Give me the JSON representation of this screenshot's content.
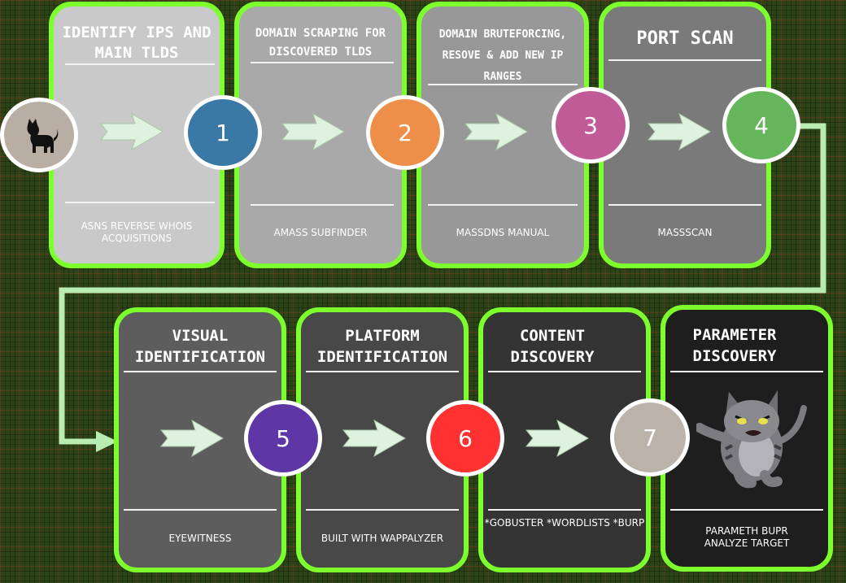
{
  "row1": [
    {
      "title": "IDENTIFY IPS AND\nMAIN TLDS",
      "foot": "ASNS REVERSE WHOIS\nACQUISITIONS",
      "step": "1",
      "color": "#3a78a5",
      "fill": "#c9c9c9"
    },
    {
      "title": "DOMAIN SCRAPING FOR\nDISCOVERED TLDS",
      "foot": "AMASS SUBFINDER",
      "step": "2",
      "color": "#ee8f49",
      "fill": "#a9a9a9"
    },
    {
      "title": "DOMAIN BRUTEFORCING,\nRESOVE & ADD NEW IP\nRANGES",
      "foot": "MASSDNS MANUAL",
      "step": "3",
      "color": "#c15b98",
      "fill": "#989898"
    },
    {
      "title": "PORT SCAN",
      "foot": "MASSSCAN",
      "step": "4",
      "color": "#65b55a",
      "fill": "#7a7a7a"
    }
  ],
  "row2": [
    {
      "title": "VISUAL\nIDENTIFICATION",
      "foot": "EYEWITNESS",
      "step": "5",
      "color": "#5e36a6",
      "fill": "#5d5d5d"
    },
    {
      "title": "PLATFORM\nIDENTIFICATION",
      "foot": "BUILT WITH WAPPALYZER",
      "step": "6",
      "color": "#ff3131",
      "fill": "#484848"
    },
    {
      "title": "CONTENT\nDISCOVERY",
      "foot": "*GOBUSTER\n*WORDLISTS\n*BURP",
      "step": "7",
      "color": "#bbb3a9",
      "fill": "#343434"
    },
    {
      "title": "PARAMETER\nDISCOVERY",
      "foot": "PARAMETH BUPR\nANALYZE TARGET",
      "step": "",
      "color": "",
      "fill": "#1e1e1e"
    }
  ],
  "colors": {
    "border": "#7dff2e",
    "arrow": "#dff2df",
    "connector": "#b9ecb0"
  },
  "icons": {
    "start": "cat-silhouette-icon",
    "end": "angry-cat-icon"
  }
}
